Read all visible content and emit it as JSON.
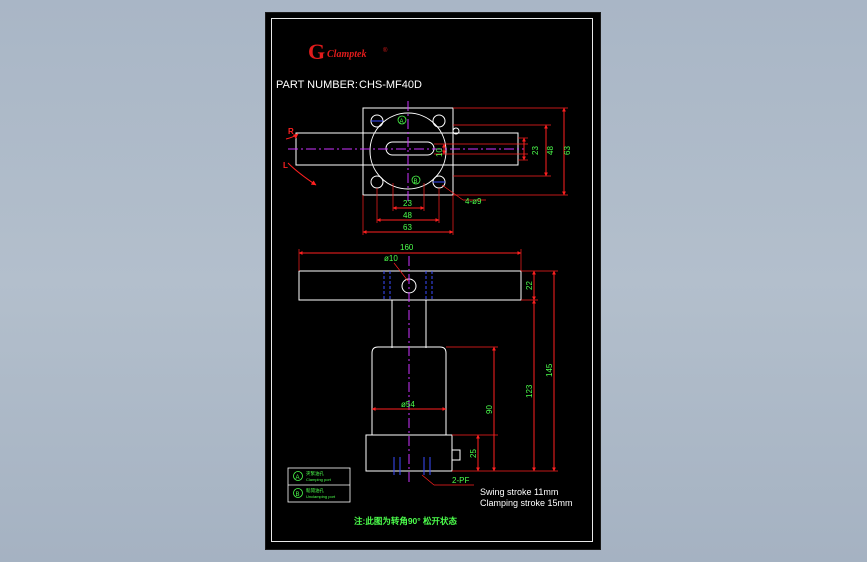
{
  "brand": {
    "logo_letter": "G",
    "name": "Clamptek",
    "reg": "®"
  },
  "part_number": {
    "label": "PART NUMBER:",
    "value": "CHS-MF40D"
  },
  "top_view": {
    "rotation_right": "R",
    "rotation_left": "L",
    "dim_10": "10",
    "dim_23_v": "23",
    "dim_48_v": "48",
    "dim_63_v": "63",
    "dim_23_h": "23",
    "dim_48_h": "48",
    "dim_63_h": "63",
    "hole_callout": "4-ø9",
    "marker_a": "A",
    "marker_b": "B"
  },
  "front_view": {
    "dim_160": "160",
    "dim_pin": "ø10",
    "dim_22": "22",
    "dim_123": "123",
    "dim_145": "145",
    "dim_54": "ø54",
    "dim_90": "90",
    "dim_25": "25",
    "port_callout": "2-PF"
  },
  "legend": {
    "a_icon": "A",
    "a_cn": "夾緊油孔",
    "a_en": "Clamping port",
    "b_icon": "B",
    "b_cn": "鬆開油孔",
    "b_en": "Unclamping port"
  },
  "specs": {
    "swing": "Swing stroke 11mm",
    "clamping": "Clamping stroke 15mm"
  },
  "note": "注:此图为转角90° 松开状态",
  "colors": {
    "background": "#000000",
    "outline": "#ffffff",
    "dimension": "#ff2020",
    "dim_text": "#4cff4c",
    "centerline": "#cc33ff",
    "hidden": "#3a4cff",
    "brand": "#e11b1b"
  }
}
